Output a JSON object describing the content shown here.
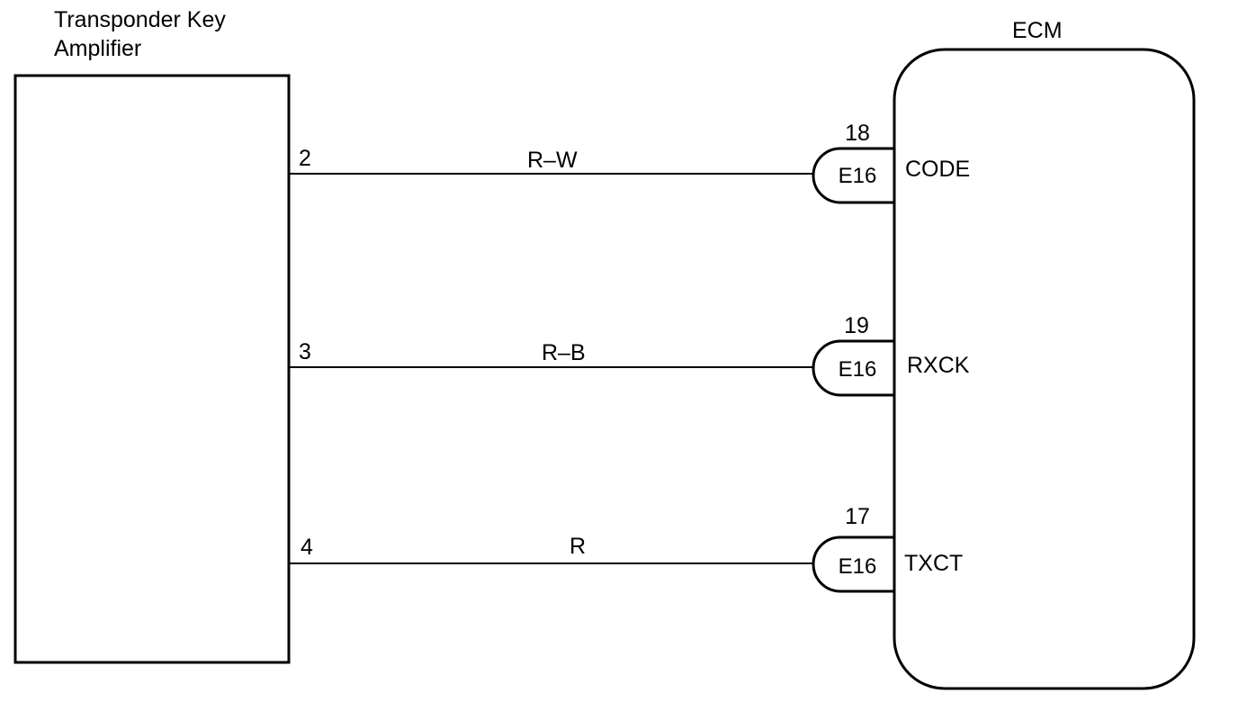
{
  "left_component": {
    "title_line1": "Transponder Key",
    "title_line2": "Amplifier"
  },
  "right_component": {
    "title": "ECM"
  },
  "wires": [
    {
      "pin": "2",
      "color": "R–W",
      "connector": "E16",
      "terminal": "18",
      "signal": "CODE"
    },
    {
      "pin": "3",
      "color": "R–B",
      "connector": "E16",
      "terminal": "19",
      "signal": "RXCK"
    },
    {
      "pin": "4",
      "color": "R",
      "connector": "E16",
      "terminal": "17",
      "signal": "TXCT"
    }
  ]
}
